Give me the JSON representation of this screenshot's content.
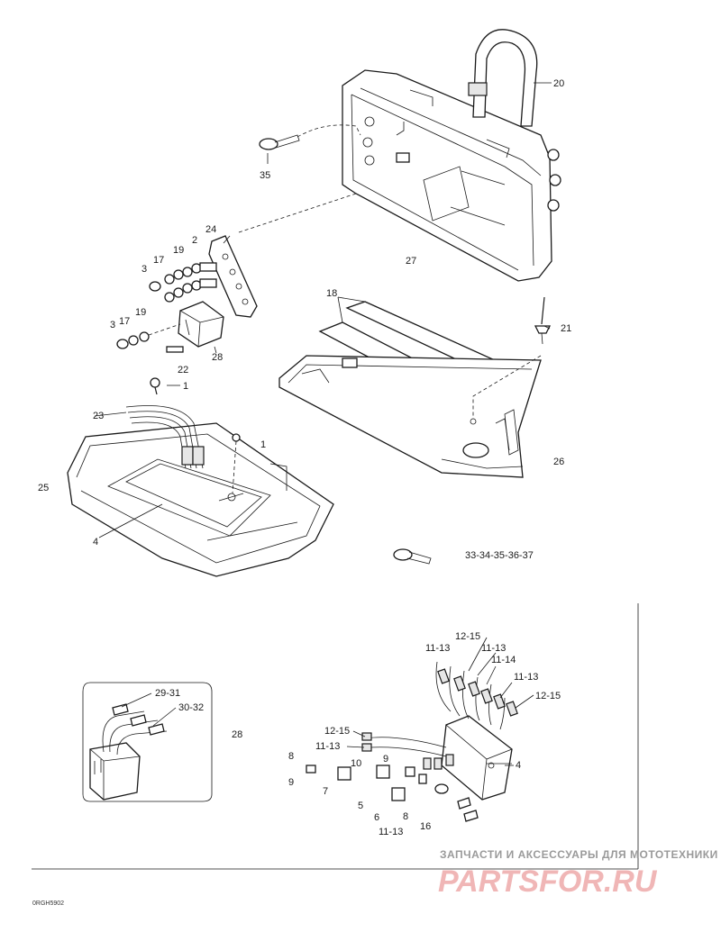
{
  "callouts": [
    {
      "id": "c20",
      "text": "20"
    },
    {
      "id": "c35",
      "text": "35"
    },
    {
      "id": "c27",
      "text": "27"
    },
    {
      "id": "c24",
      "text": "24"
    },
    {
      "id": "c2",
      "text": "2"
    },
    {
      "id": "c19a",
      "text": "19"
    },
    {
      "id": "c17a",
      "text": "17"
    },
    {
      "id": "c3a",
      "text": "3"
    },
    {
      "id": "c3b",
      "text": "3"
    },
    {
      "id": "c17b",
      "text": "17"
    },
    {
      "id": "c19b",
      "text": "19"
    },
    {
      "id": "c28a",
      "text": "28"
    },
    {
      "id": "c22",
      "text": "22"
    },
    {
      "id": "c18",
      "text": "18"
    },
    {
      "id": "c21",
      "text": "21"
    },
    {
      "id": "c1a",
      "text": "1"
    },
    {
      "id": "c23",
      "text": "23"
    },
    {
      "id": "c1b",
      "text": "1"
    },
    {
      "id": "c25",
      "text": "25"
    },
    {
      "id": "c26",
      "text": "26"
    },
    {
      "id": "c4a",
      "text": "4"
    },
    {
      "id": "c33",
      "text": "33-34-35-36-37"
    },
    {
      "id": "c1215a",
      "text": "12-15"
    },
    {
      "id": "c1113a",
      "text": "11-13"
    },
    {
      "id": "c1113b",
      "text": "11-13"
    },
    {
      "id": "c1114",
      "text": "11-14"
    },
    {
      "id": "c1113c",
      "text": "11-13"
    },
    {
      "id": "c1215b",
      "text": "12-15"
    },
    {
      "id": "c2931",
      "text": "29-31"
    },
    {
      "id": "c3032",
      "text": "30-32"
    },
    {
      "id": "c28b",
      "text": "28"
    },
    {
      "id": "c1215c",
      "text": "12-15"
    },
    {
      "id": "c1113d",
      "text": "11-13"
    },
    {
      "id": "c8a",
      "text": "8"
    },
    {
      "id": "c9a",
      "text": "9"
    },
    {
      "id": "c10",
      "text": "10"
    },
    {
      "id": "c9b",
      "text": "9"
    },
    {
      "id": "c7",
      "text": "7"
    },
    {
      "id": "c5",
      "text": "5"
    },
    {
      "id": "c6",
      "text": "6"
    },
    {
      "id": "c8b",
      "text": "8"
    },
    {
      "id": "c4b",
      "text": "4"
    },
    {
      "id": "c1113e",
      "text": "11-13"
    },
    {
      "id": "c16",
      "text": "16"
    }
  ],
  "footer": {
    "code": "0RGH5902"
  },
  "watermark": {
    "tagline": "ЗАПЧАСТИ И АКСЕССУАРЫ ДЛЯ МОТОТЕХНИКИ",
    "logo": "PARTSFOR.RU"
  }
}
